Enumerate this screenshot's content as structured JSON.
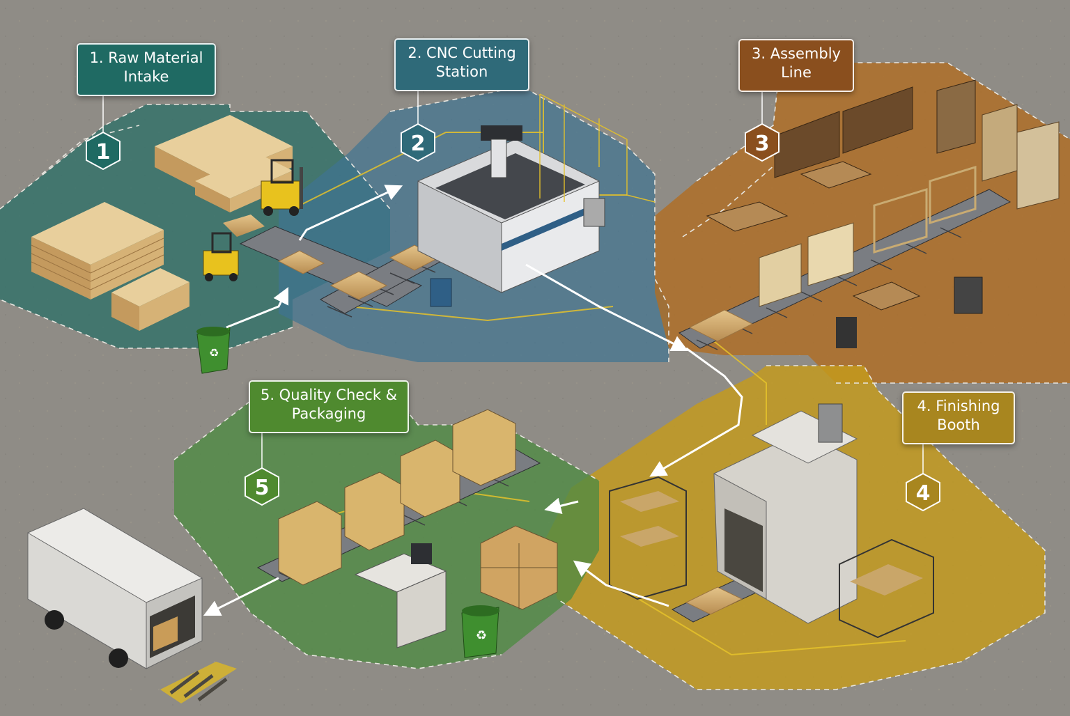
{
  "stations": [
    {
      "number": "1",
      "label_line1": "1. Raw Material",
      "label_line2": "Intake",
      "color": "#1f6a63"
    },
    {
      "number": "2",
      "label_line1": "2. CNC Cutting",
      "label_line2": "Station",
      "color": "#2f6a79"
    },
    {
      "number": "3",
      "label_line1": "3. Assembly",
      "label_line2": "Line",
      "color": "#8a4f1e"
    },
    {
      "number": "4",
      "label_line1": "4. Finishing",
      "label_line2": "Booth",
      "color": "#a8861f"
    },
    {
      "number": "5",
      "label_line1": "5. Quality Check &",
      "label_line2": "Packaging",
      "color": "#4f8a2f"
    }
  ],
  "zone_colors": {
    "raw_material": "#2e6f68",
    "cnc": "#3f7392",
    "assembly": "#b06e24",
    "finishing": "#c49b1c",
    "quality": "#4e8a42"
  },
  "icons": [
    "recycle-bin-icon",
    "forklift-icon",
    "conveyor-icon",
    "delivery-truck-icon",
    "flow-arrow-icon"
  ]
}
